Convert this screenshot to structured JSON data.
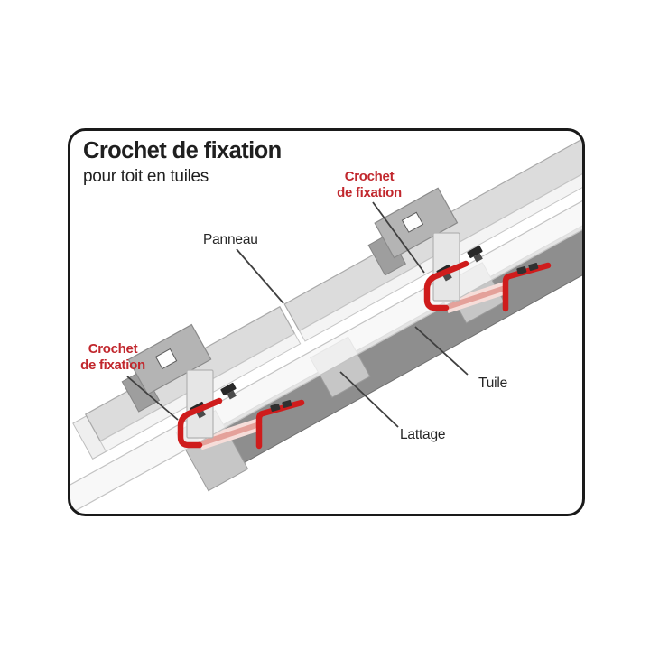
{
  "header": {
    "title": "Crochet de fixation",
    "subtitle": "pour toit en tuiles"
  },
  "labels": {
    "panel": "Panneau",
    "tile": "Tuile",
    "batten": "Lattage",
    "hook_line1": "Crochet",
    "hook_line2": "de fixation"
  },
  "colors": {
    "accent_red": "#c1272d",
    "hook_red": "#cf1c1c",
    "hook_hidden_pink": "#e4a19a",
    "panel_gray": "#dcdcdc",
    "tile_gray": "#8e8e8e",
    "clamp_gray": "#b4b4b4",
    "plate_gray": "#e6e6e6",
    "leader_line": "#404040",
    "frame_border": "#1a1a1a",
    "text_color": "#1f1f1f"
  }
}
